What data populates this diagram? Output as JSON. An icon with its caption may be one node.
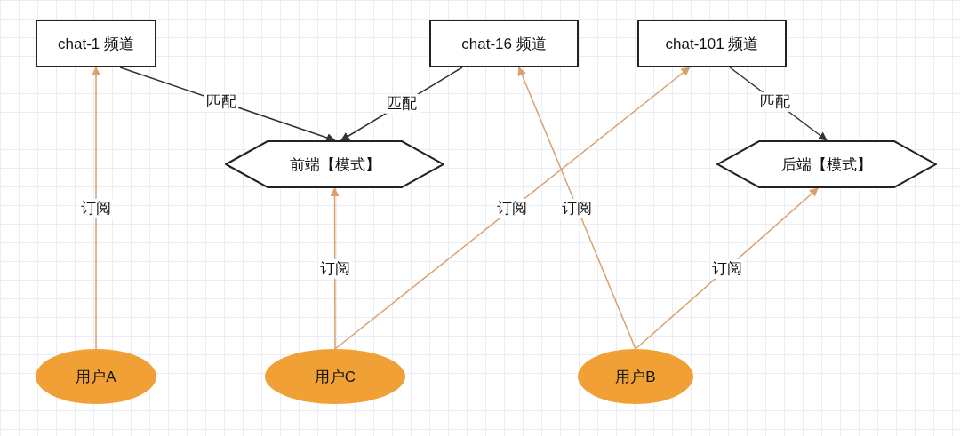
{
  "diagram": {
    "nodes": [
      {
        "text": [
          "chat-1 频道"
        ]
      },
      {
        "text": [
          "chat-16 频道"
        ]
      },
      {
        "text": [
          "chat-101 频道"
        ]
      },
      {
        "text": [
          "前端【模式】"
        ]
      },
      {
        "text": [
          "后端【模式】"
        ]
      },
      {
        "text": [
          "用户A"
        ]
      },
      {
        "text": [
          "用户C"
        ]
      },
      {
        "text": [
          "用户B"
        ]
      }
    ],
    "edges": [
      {
        "from": 0,
        "to": 3,
        "arrow": "to",
        "label": "匹配",
        "color": "#333333"
      },
      {
        "from": 1,
        "to": 3,
        "arrow": "to",
        "label": "匹配",
        "color": "#333333"
      },
      {
        "from": 2,
        "to": 4,
        "arrow": "to",
        "label": "匹配",
        "color": "#333333"
      },
      {
        "from": 5,
        "to": 0,
        "arrow": "to",
        "label": "订阅"
      },
      {
        "from": 6,
        "to": 3,
        "arrow": "to",
        "label": "订阅"
      },
      {
        "from": 6,
        "to": 2,
        "arrow": "to",
        "label": "订阅"
      },
      {
        "from": 7,
        "to": 1,
        "arrow": "to",
        "label": "订阅"
      },
      {
        "from": 7,
        "to": 4,
        "arrow": "to",
        "label": "订阅"
      }
    ]
  }
}
